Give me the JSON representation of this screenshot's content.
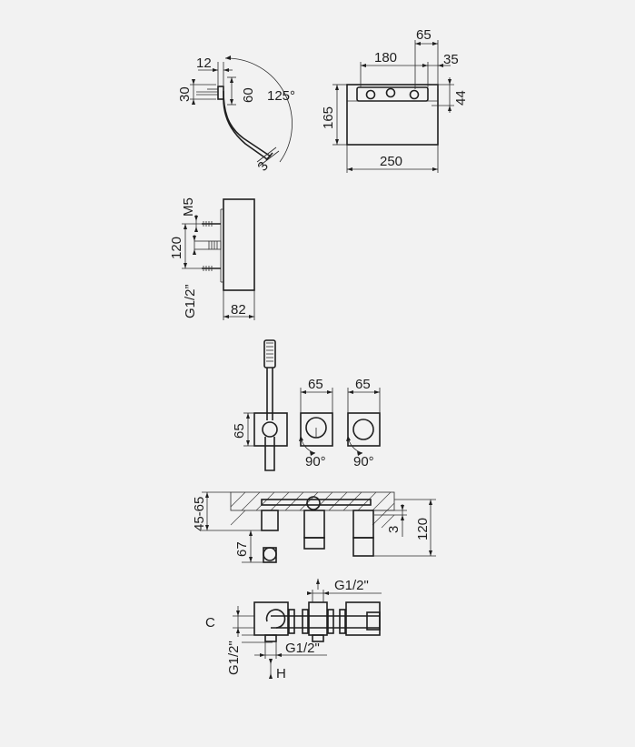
{
  "diagram": {
    "side_view": {
      "dim_12": "12",
      "dim_30": "30",
      "dim_60": "60",
      "angle_125": "125°",
      "dim_3": "3"
    },
    "front_view": {
      "dim_65": "65",
      "dim_180": "180",
      "dim_35": "35",
      "dim_165": "165",
      "dim_44": "44",
      "dim_250": "250"
    },
    "mounting_view": {
      "screw_M5": "M5",
      "dim_120": "120",
      "thread_G12": "G1/2”",
      "depth_82": "82"
    },
    "handles_view": {
      "dim_65_shower": "65",
      "dim_65_mixer_a": "65",
      "dim_65_mixer_b": "65",
      "rotation_a": "90°",
      "rotation_b": "90°"
    },
    "section_view": {
      "wall_range": "45-65",
      "dim_67": "67",
      "dim_3": "3",
      "dim_120": "120"
    },
    "plan_view": {
      "thread_top": "G1/2\"",
      "dim_C": "C",
      "thread_left": "G1/2\"",
      "thread_bottom": "G1/2\"",
      "dim_H": "H"
    }
  }
}
